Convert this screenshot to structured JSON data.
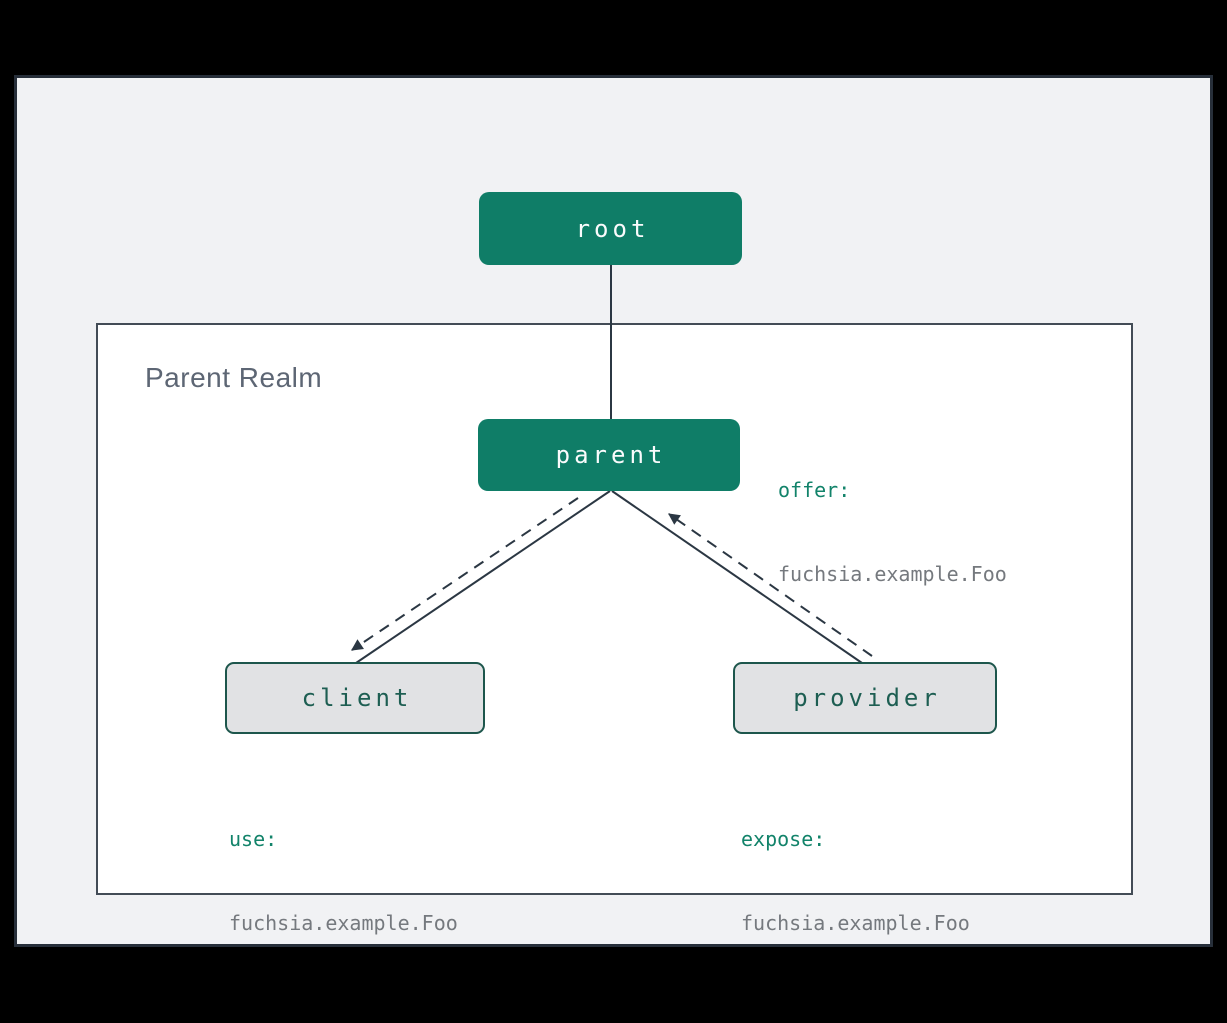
{
  "diagram": {
    "title": "component-routing-topology",
    "realm": {
      "label": "Parent Realm"
    },
    "nodes": {
      "root": {
        "label": "root",
        "variant": "filled"
      },
      "parent": {
        "label": "parent",
        "variant": "filled"
      },
      "client": {
        "label": "client",
        "variant": "outlined"
      },
      "provider": {
        "label": "provider",
        "variant": "outlined"
      }
    },
    "annotations": {
      "offer": {
        "keyword": "offer:",
        "value": "fuchsia.example.Foo"
      },
      "use": {
        "keyword": "use:",
        "value": "fuchsia.example.Foo"
      },
      "expose": {
        "keyword": "expose:",
        "value": "fuchsia.example.Foo"
      }
    },
    "edges": [
      {
        "from": "root",
        "to": "parent",
        "style": "solid"
      },
      {
        "from": "parent",
        "to": "client",
        "style": "solid"
      },
      {
        "from": "parent",
        "to": "provider",
        "style": "solid"
      },
      {
        "from": "parent",
        "to": "client",
        "style": "dashed-arrow"
      },
      {
        "from": "provider",
        "to": "parent",
        "style": "dashed-arrow"
      }
    ],
    "colors": {
      "page_background": "#000000",
      "canvas_background": "#f1f2f4",
      "accent_teal": "#0f7d67",
      "node_outline_fill": "#e1e2e4",
      "node_outline_border": "#1d564c",
      "node_outline_text": "#1d5e52",
      "edge_line": "#2b3743",
      "keyword_text": "#12836a",
      "value_text": "#75797e",
      "realm_label_text": "#5d6674"
    }
  }
}
